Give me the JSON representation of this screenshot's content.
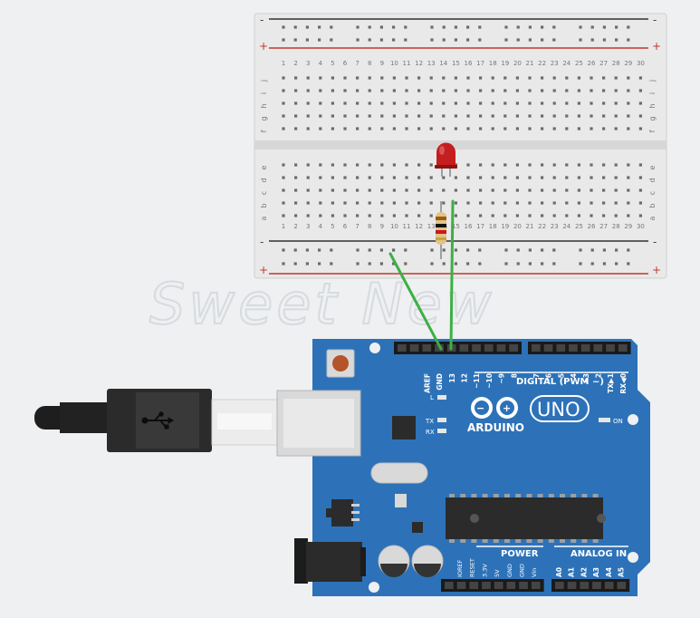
{
  "watermark": {
    "text": "Sweet New"
  },
  "breadboard": {
    "top_rail_minus": "-",
    "top_rail_plus": "+",
    "bottom_rail_minus": "-",
    "bottom_rail_plus": "+",
    "upper_rows": [
      "j",
      "i",
      "h",
      "g",
      "f"
    ],
    "lower_rows": [
      "e",
      "d",
      "c",
      "b",
      "a"
    ],
    "columns": [
      "1",
      "2",
      "3",
      "4",
      "5",
      "6",
      "7",
      "8",
      "9",
      "10",
      "11",
      "12",
      "13",
      "14",
      "15",
      "16",
      "17",
      "18",
      "19",
      "20",
      "21",
      "22",
      "23",
      "24",
      "25",
      "26",
      "27",
      "28",
      "29",
      "30"
    ]
  },
  "components": {
    "led": {
      "color": "#c41e1e",
      "name": "red LED"
    },
    "resistor": {
      "bands": [
        "#9b5d12",
        "#111111",
        "#c81a1a",
        "#c9a43a"
      ]
    },
    "wires": {
      "color": "#3cb043"
    }
  },
  "arduino": {
    "board_color": "#2d72b8",
    "brand": "ARDUINO",
    "model": "UNO",
    "top_pin_labels": [
      "AREF",
      "GND",
      "13",
      "12",
      "~11",
      "~10",
      "~9",
      "8",
      "7",
      "~6",
      "~5",
      "4",
      "~3",
      "2",
      "TX▶1",
      "RX◀0"
    ],
    "digital_label": "DIGITAL (PWM ~)",
    "led_l": "L",
    "led_tx": "TX",
    "led_rx": "RX",
    "on_label": "ON",
    "power_header": "POWER",
    "power_pins": [
      "IOREF",
      "RESET",
      "3.3V",
      "5V",
      "GND",
      "GND",
      "Vin"
    ],
    "analog_header": "ANALOG IN",
    "analog_pins": [
      "A0",
      "A1",
      "A2",
      "A3",
      "A4",
      "A5"
    ]
  }
}
